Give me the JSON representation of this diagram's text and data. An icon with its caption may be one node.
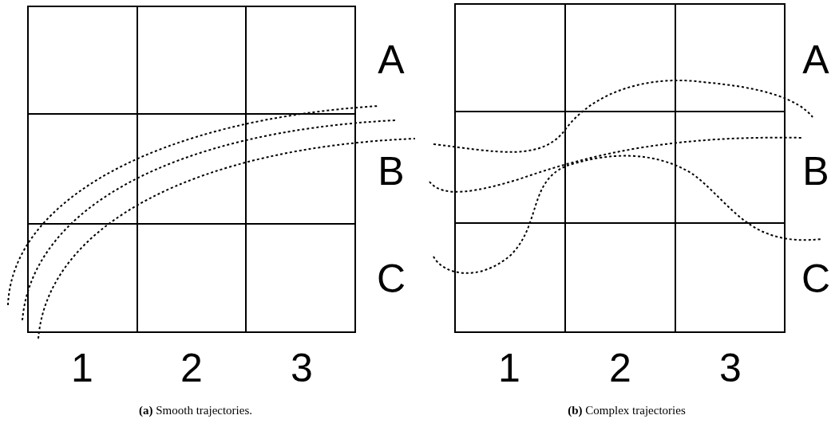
{
  "diagram": {
    "labels": [
      "A",
      "B",
      "C",
      "1",
      "2",
      "3",
      "**(a)** Smooth trajectories.",
      "A",
      "B",
      "C",
      "1",
      "2",
      "3",
      "**(b)** Complex trajectories"
    ]
  }
}
